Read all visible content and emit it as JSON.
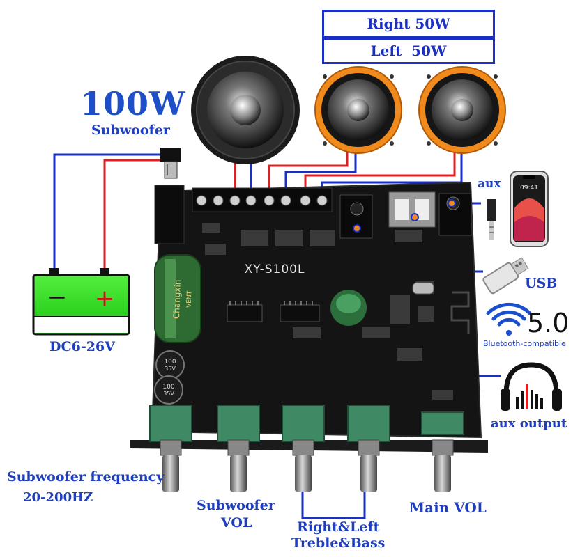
{
  "speakers": {
    "right_label": "Right 50W",
    "left_label": "Left  50W"
  },
  "subwoofer": {
    "power": "100W",
    "label": "Subwoofer"
  },
  "battery": {
    "minus": "−",
    "plus": "+",
    "voltage": "DC6-26V"
  },
  "board": {
    "model": "XY-S100L",
    "cap_brand": "Changxin",
    "cap_vent": "VENT",
    "small_cap_value": "100",
    "small_cap_voltage": "35V"
  },
  "ports": {
    "aux_in": "aux",
    "usb": "USB",
    "bt_version": "5.0",
    "bt_caption": "Bluetooth-compatible",
    "aux_out": "aux output",
    "phone_time": "09:41"
  },
  "knobs": {
    "sub_freq_line1": "Subwoofer frequency",
    "sub_freq_line2": "20-200HZ",
    "sub_vol_line1": "Subwoofer",
    "sub_vol_line2": "VOL",
    "tone_line1": "Right&Left",
    "tone_line2": "Treble&Bass",
    "main_vol": "Main VOL"
  },
  "colors": {
    "label_blue": "#1f3fbf",
    "wire_red": "#e02020",
    "wire_blue": "#1a2fc4",
    "board_black": "#141414",
    "speaker_orange": "#f08a1c",
    "battery_green": "#22d614",
    "pot_green": "#3f8a64"
  }
}
